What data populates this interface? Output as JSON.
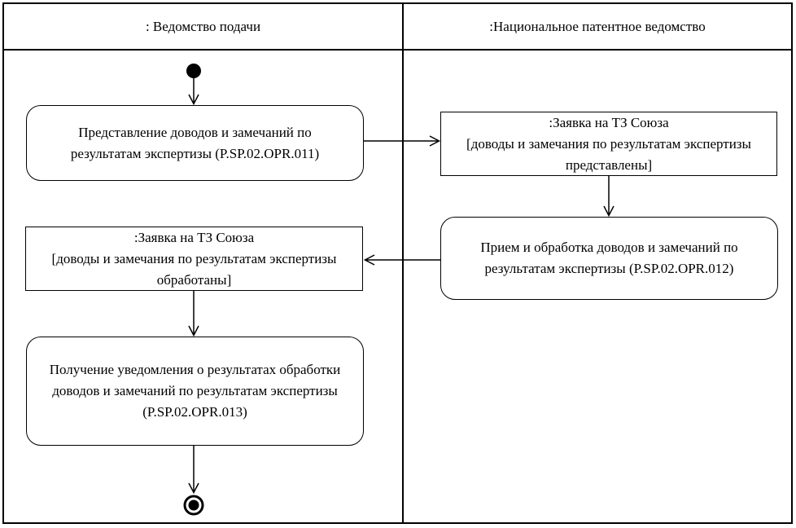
{
  "lanes": [
    {
      "title": ": Ведомство подачи"
    },
    {
      "title": ":Национальное патентное ведомство"
    }
  ],
  "nodes": {
    "start": {
      "icon": "initial-node-filled-circle"
    },
    "activity_011": {
      "label": "Представление доводов и замечаний по результатам экспертизы (P.SP.02.OPR.011)"
    },
    "object_submitted": {
      "title": ":Заявка на ТЗ Союза",
      "state": "[доводы и замечания по результатам экспертизы представлены]"
    },
    "activity_012": {
      "label": "Прием и обработка доводов и замечаний по результатам экспертизы (P.SP.02.OPR.012)"
    },
    "object_processed": {
      "title": ":Заявка на ТЗ Союза",
      "state": "[доводы и замечания по результатам экспертизы обработаны]"
    },
    "activity_013": {
      "label": "Получение уведомления о результатах обработки доводов и замечаний по результатам экспертизы (P.SP.02.OPR.013)"
    },
    "end": {
      "icon": "final-activity-node-bullseye"
    }
  },
  "colors": {
    "line": "#000000",
    "background": "#ffffff",
    "text": "#000000"
  }
}
